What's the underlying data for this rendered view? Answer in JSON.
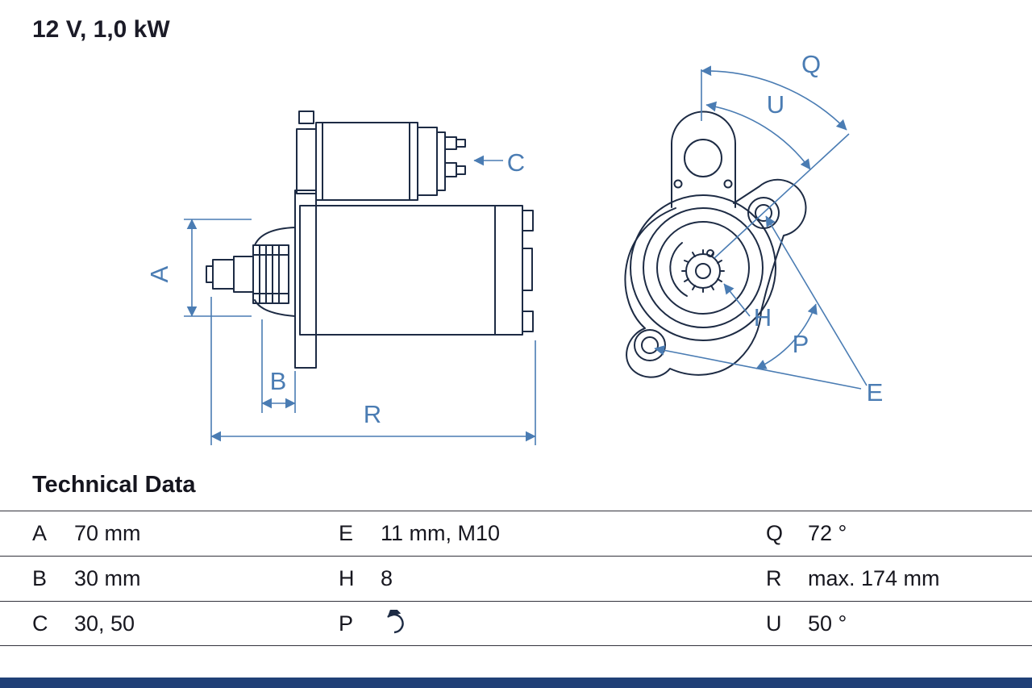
{
  "title": "12 V, 1,0 kW",
  "drawing": {
    "labels": {
      "A": "A",
      "B": "B",
      "C": "C",
      "E": "E",
      "H": "H",
      "P": "P",
      "Q": "Q",
      "R": "R",
      "U": "U"
    },
    "colors": {
      "part_line": "#1d2b44",
      "dimension": "#4a7cb3"
    }
  },
  "technical_data": {
    "heading": "Technical Data",
    "rows": [
      [
        {
          "key": "A",
          "value": "70 mm"
        },
        {
          "key": "E",
          "value": "11 mm, M10"
        },
        {
          "key": "Q",
          "value": "72 °"
        }
      ],
      [
        {
          "key": "B",
          "value": "30 mm"
        },
        {
          "key": "H",
          "value": "8"
        },
        {
          "key": "R",
          "value": "max. 174 mm"
        }
      ],
      [
        {
          "key": "C",
          "value": "30, 50"
        },
        {
          "key": "P",
          "value": "",
          "icon": "rotation-icon"
        },
        {
          "key": "U",
          "value": "50 °"
        }
      ]
    ]
  },
  "footer": {
    "bar_color": "#204077"
  }
}
